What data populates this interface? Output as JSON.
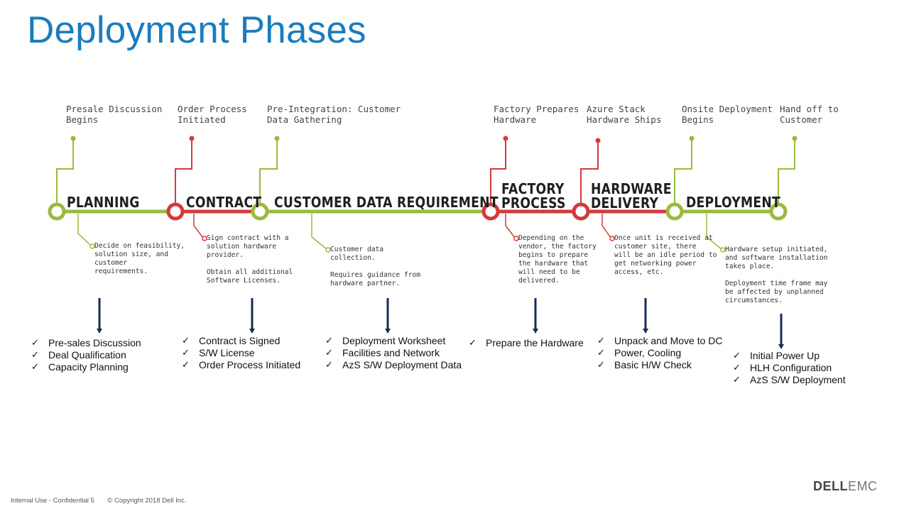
{
  "title": "Deployment Phases",
  "colors": {
    "green": "#9aba3f",
    "red": "#d23b3c",
    "title_blue": "#1a7cbe",
    "arrow_navy": "#1a2a55"
  },
  "milestones": [
    {
      "lines": [
        "Presale Discussion",
        "Begins"
      ],
      "color": "green"
    },
    {
      "lines": [
        "Order Process",
        "Initiated"
      ],
      "color": "red"
    },
    {
      "lines": [
        "Pre-Integration: Customer",
        "Data Gathering"
      ],
      "color": "green"
    },
    {
      "lines": [
        "Factory Prepares",
        "Hardware"
      ],
      "color": "red"
    },
    {
      "lines": [
        "Azure Stack",
        "Hardware Ships"
      ],
      "color": "red"
    },
    {
      "lines": [
        "Onsite Deployment",
        "Begins"
      ],
      "color": "green"
    },
    {
      "lines": [
        "Hand off to",
        "Customer"
      ],
      "color": "green"
    }
  ],
  "phases": [
    {
      "lines": [
        "PLANNING"
      ]
    },
    {
      "lines": [
        "CONTRACT"
      ]
    },
    {
      "lines": [
        "CUSTOMER DATA REQUIREMENT"
      ]
    },
    {
      "lines": [
        "FACTORY",
        "PROCESS"
      ]
    },
    {
      "lines": [
        "HARDWARE",
        "DELIVERY"
      ]
    },
    {
      "lines": [
        "DEPLOYMENT"
      ]
    }
  ],
  "descriptions": [
    [
      "Decide on feasibility,",
      "solution size, and",
      "customer",
      "requirements."
    ],
    [
      "Sign contract with a",
      "solution hardware",
      "provider.",
      "",
      "Obtain all additional",
      "Software Licenses."
    ],
    [
      "Customer data",
      "collection.",
      "",
      "Requires guidance from",
      "hardware partner."
    ],
    [
      "Depending on the",
      "vendor, the factory",
      "begins to prepare",
      "the hardware that",
      "will need to be",
      "delivered."
    ],
    [
      "Once unit is received at",
      "customer site, there",
      "will be an idle period to",
      "get networking power",
      "access, etc."
    ],
    [
      "Hardware setup initiated,",
      "and software installation",
      "takes place.",
      "",
      "Deployment time frame may",
      "be affected by unplanned",
      "circumstances."
    ]
  ],
  "checklists": [
    [
      "Pre-sales Discussion",
      "Deal Qualification",
      "Capacity Planning"
    ],
    [
      "Contract is Signed",
      "S/W License",
      "Order Process Initiated"
    ],
    [
      "Deployment Worksheet",
      "Facilities and Network",
      "AzS S/W Deployment Data"
    ],
    [
      "Prepare the Hardware"
    ],
    [
      "Unpack and Move to DC",
      "Power, Cooling",
      "Basic H/W Check"
    ],
    [
      "Initial Power Up",
      "HLH Configuration",
      "AzS S/W Deployment"
    ]
  ],
  "check_glyph": "✓",
  "footer": {
    "classification": "Internal Use - Confidential",
    "page_number": "5",
    "copyright": "© Copyright 2018 Dell Inc."
  },
  "logo": {
    "part1": "DELL",
    "part2": "EMC"
  }
}
